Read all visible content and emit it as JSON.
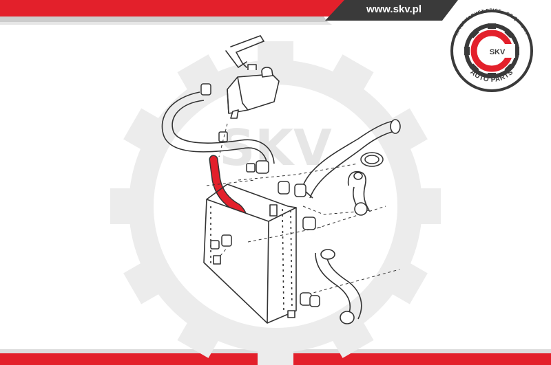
{
  "header": {
    "url": "www.skv.pl",
    "accent_color": "#e3202b",
    "dark_color": "#3a3a3a"
  },
  "seal": {
    "brand": "SKV",
    "ring_text_top": "AFTERMARKET PRICE - OE QUALITY",
    "ring_text_bottom": "AUTO PARTS",
    "icon": "gear-seal-icon"
  },
  "diagram": {
    "highlight_color": "#e3202b",
    "watermark": "SKV",
    "highlighted_part_icon": "radiator-hose-icon"
  }
}
